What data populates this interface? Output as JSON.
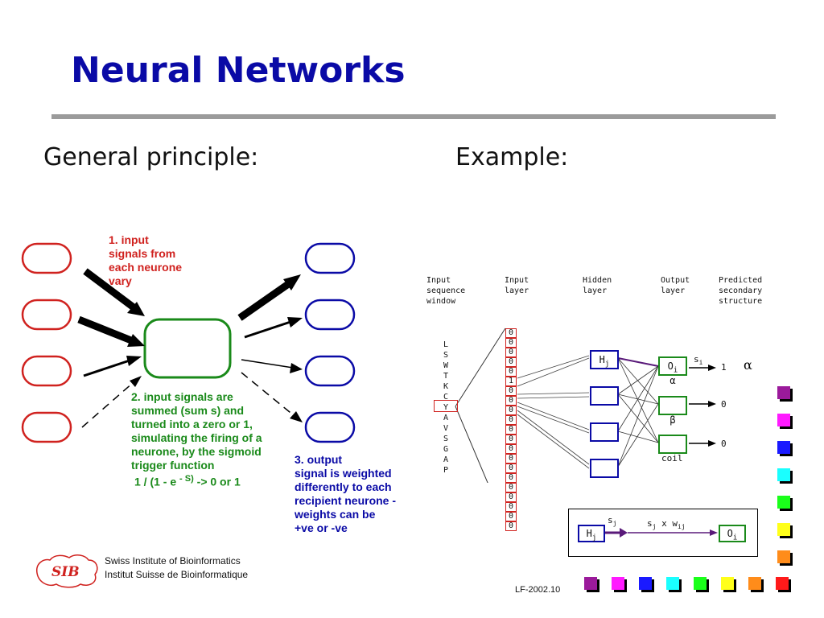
{
  "title": "Neural Networks",
  "left_heading": "General principle:",
  "right_heading": "Example:",
  "principle": {
    "step1": [
      "1.  input",
      "signals from",
      "each neurone",
      "vary"
    ],
    "step2": [
      "2.  input signals are",
      "summed (sum s) and",
      "turned into a zero or 1,",
      "simulating the firing of a",
      "neurone,   by the sigmoid",
      "trigger function"
    ],
    "formula_prefix": "1 / (1 - e",
    "formula_exp": "- S)",
    "formula_suffix": "-> 0 or 1",
    "step3": [
      "3. output",
      "signal is weighted",
      "differently to each",
      "recipient neurone -",
      "weights can be",
      "+ve or -ve"
    ]
  },
  "example": {
    "col_headers": [
      [
        "Input",
        "sequence",
        "window"
      ],
      [
        "Input",
        "layer"
      ],
      [
        "Hidden",
        "layer"
      ],
      [
        "Output",
        "layer"
      ],
      [
        "Predicted",
        "secondary",
        "structure"
      ]
    ],
    "sequence": [
      "L",
      "S",
      "W",
      "T",
      "K",
      "C",
      "Y",
      "A",
      "V",
      "S",
      "G",
      "A",
      "P"
    ],
    "input_bits": [
      "0",
      "0",
      "0",
      "0",
      "0",
      "1",
      "0",
      "0",
      "0",
      "0",
      "0",
      "0",
      "0",
      "0",
      "0",
      "0",
      "0",
      "0",
      "0",
      "0",
      "0"
    ],
    "hidden_label": "H",
    "hidden_sub": "j",
    "output_label": "O",
    "output_sub": "i",
    "s_label": "s",
    "s_sub": "i",
    "outputs": [
      {
        "value": "1",
        "symbol": "α"
      },
      {
        "value": "0",
        "symbol": "β"
      },
      {
        "value": "0",
        "symbol": "coil"
      }
    ],
    "alpha_result": "α",
    "inset": {
      "h": "H",
      "h_sub": "j",
      "sj": "s",
      "sj_sub": "j",
      "formula": "s",
      "formula_sub": "j",
      "formula_mid": " x w",
      "formula_sub2": "ij",
      "o": "O",
      "o_sub": "i"
    }
  },
  "footer": {
    "logo_text": "SIB",
    "org_en": "Swiss Institute of Bioinformatics",
    "org_fr": "Institut Suisse de Bioinformatique",
    "code": "LF-2002.10"
  },
  "colors": {
    "title": "#0a0aa6",
    "red": "#d0221f",
    "green": "#1a8a1a",
    "blue": "#0a0aa6",
    "squares": [
      "#9b1a9b",
      "#ff1aff",
      "#1a1aff",
      "#1affff",
      "#1aff1a",
      "#ffff1a",
      "#ff8c1a",
      "#ff1a1a"
    ]
  }
}
